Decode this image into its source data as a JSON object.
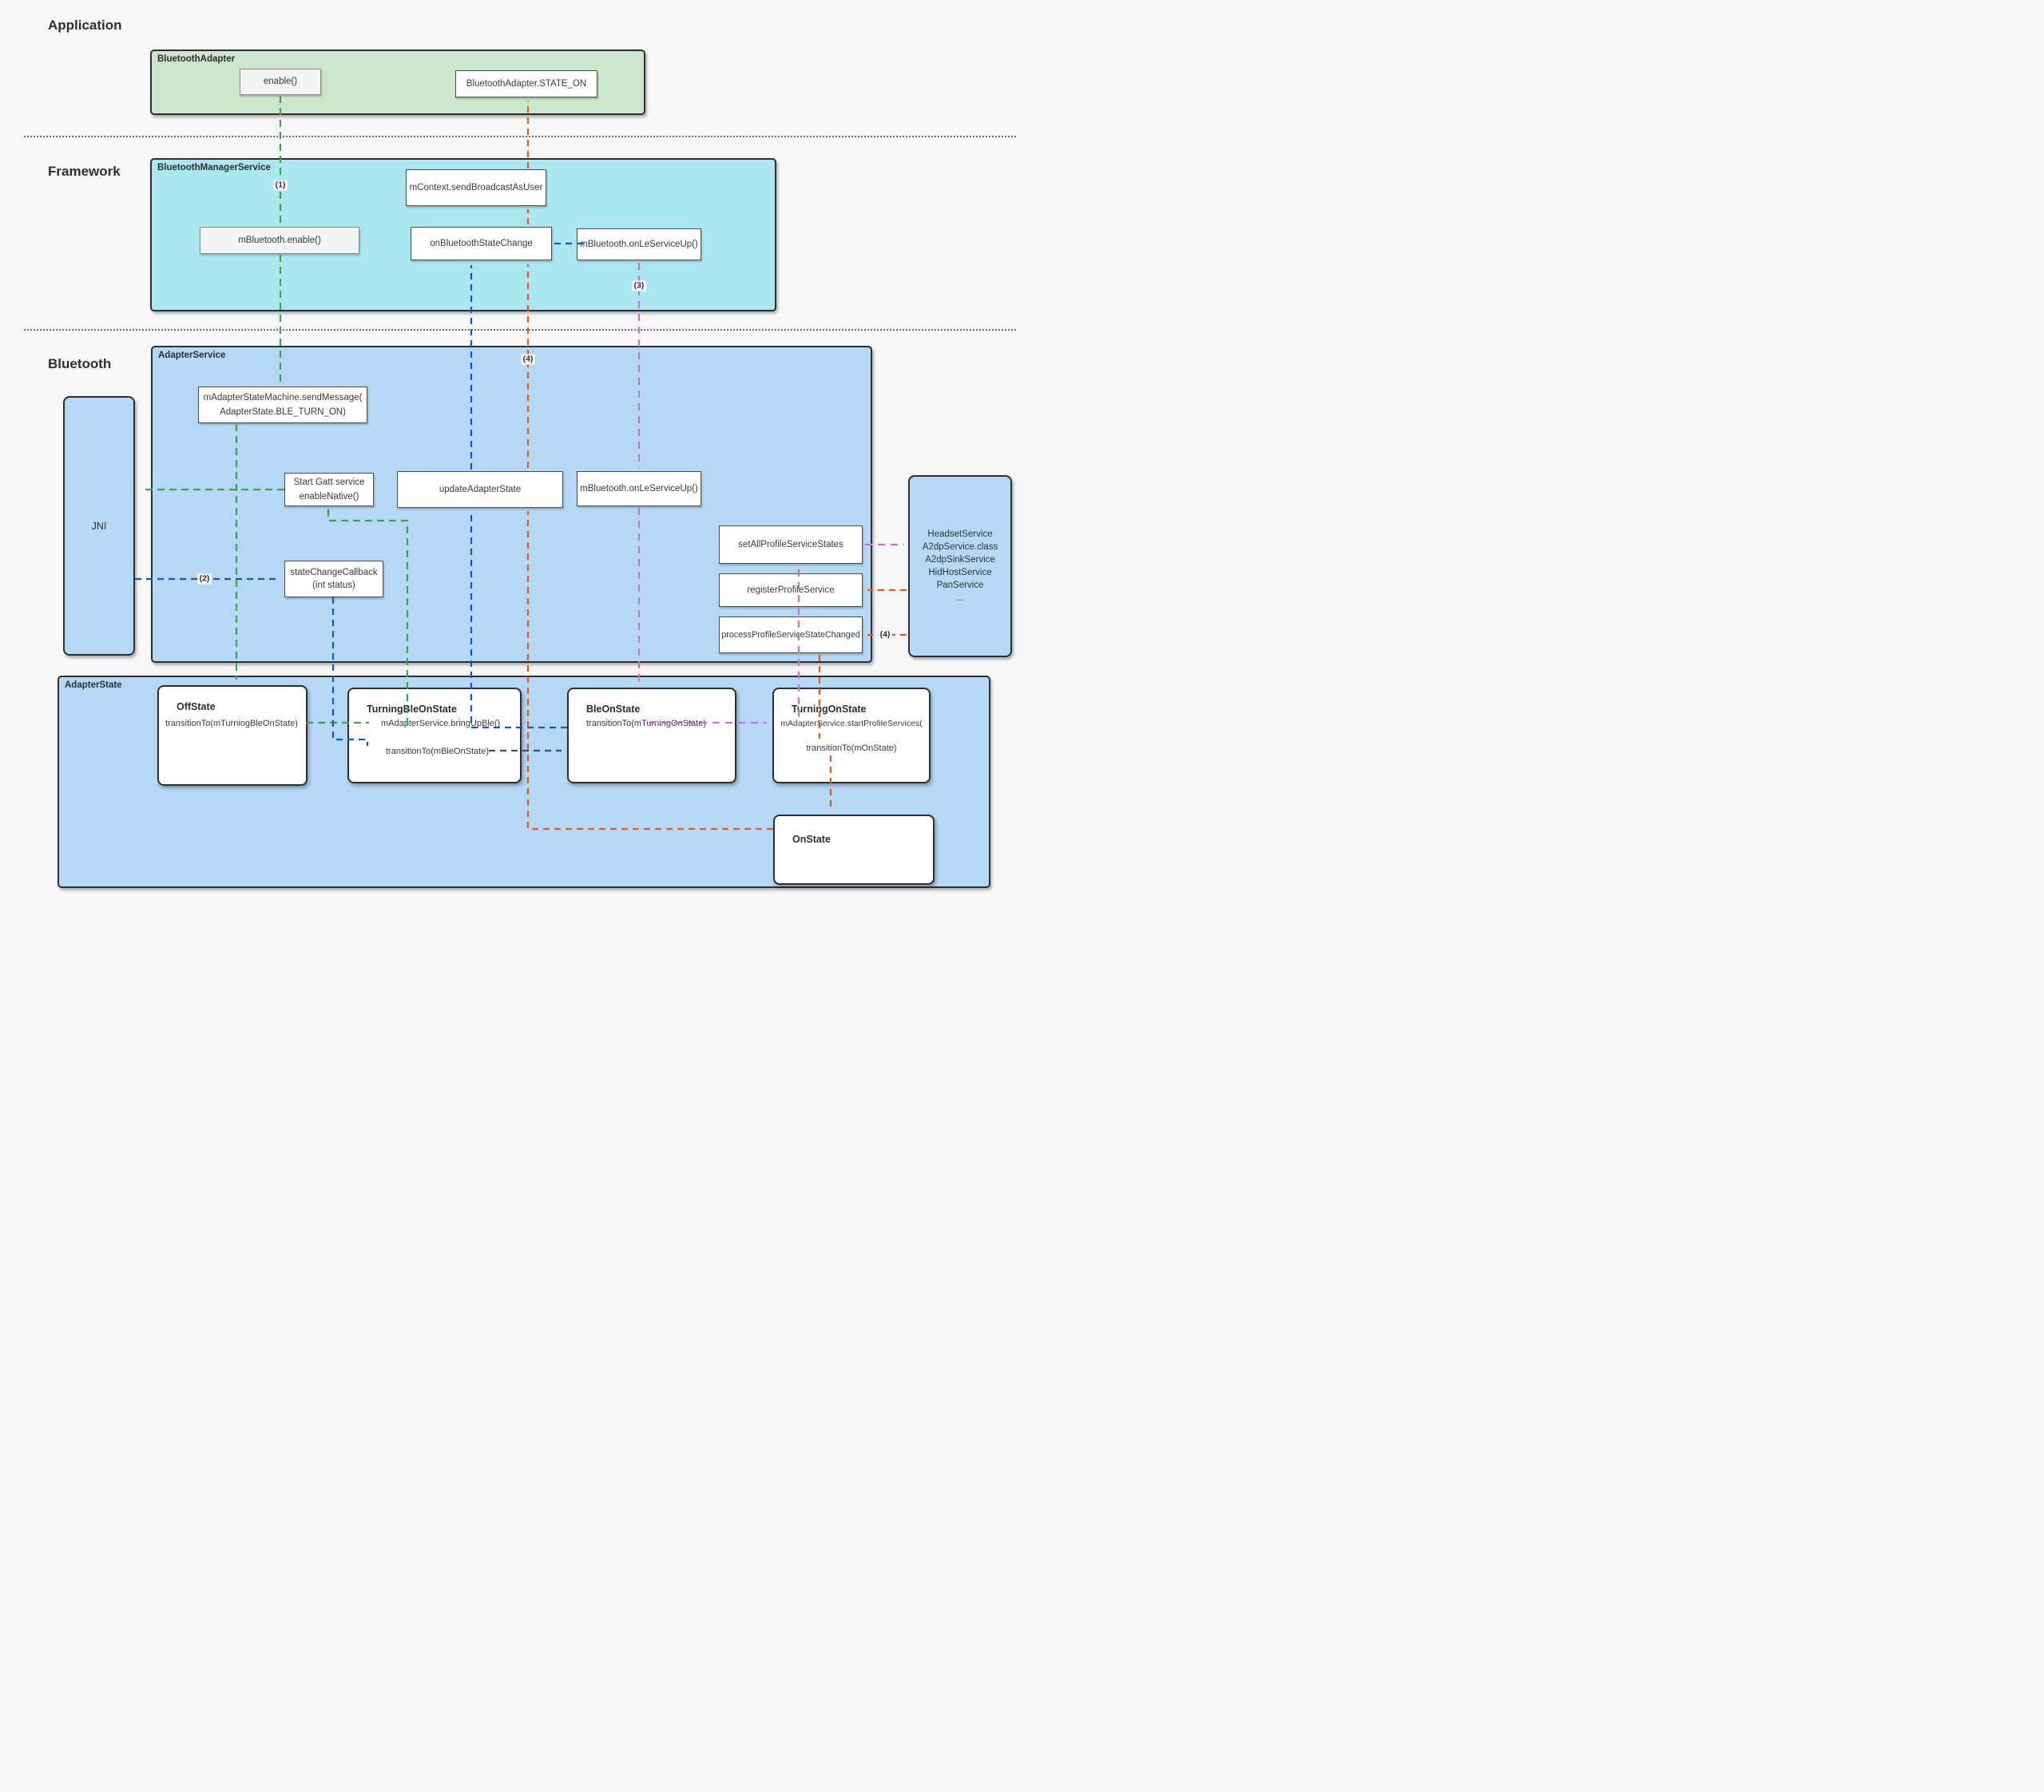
{
  "colors": {
    "green": "#3fa348",
    "blue": "#1a57b5",
    "orange": "#e65c0c",
    "purple": "#c96fd9",
    "application_fill": "#cbe6cb",
    "framework_fill": "#abe7f1",
    "bluetooth_fill": "#b4d8f6"
  },
  "section_labels": {
    "application": "Application",
    "framework": "Framework",
    "bluetooth": "Bluetooth"
  },
  "step_labels": {
    "one": "(1)",
    "two": "(2)",
    "three": "(3)",
    "four": "(4)"
  },
  "application": {
    "container_title": "BluetoothAdapter",
    "enable_box": "enable()",
    "state_on_box": "BluetoothAdapter.STATE_ON"
  },
  "framework": {
    "container_title": "BluetoothManagerService",
    "send_broadcast_box": "mContext.sendBroadcastAsUser",
    "enable_box": "mBluetooth.enable()",
    "state_change_box": "onBluetoothStateChange",
    "le_service_up_box": "mBluetooth.onLeServiceUp()"
  },
  "adapter_service": {
    "container_title": "AdapterService",
    "jni_box": "JNI",
    "send_message_box": {
      "line1": "mAdapterStateMachine.sendMessage(",
      "line2": "AdapterState.BLE_TURN_ON)"
    },
    "start_gatt_box": {
      "line1": "Start Gatt service",
      "line2": "enableNative()"
    },
    "update_adapter_state_box": "updateAdapterState",
    "le_service_up_box": "mBluetooth.onLeServiceUp()",
    "set_all_profile_box": "setAllProfileServiceStates",
    "register_profile_box": "registerProfileService",
    "process_profile_box": "processProfileServiceStateChanged",
    "state_change_callback_box": {
      "line1": "stateChangeCallback",
      "line2": "(int status)"
    }
  },
  "profile_services": {
    "line1": "HeadsetService",
    "line2": "A2dpService.class",
    "line3": "A2dpSinkService",
    "line4": "HidHostService",
    "line5": "PanService",
    "line6": "..."
  },
  "adapter_state": {
    "container_title": "AdapterState",
    "off_state": {
      "title": "OffState",
      "line1": "transitionTo(mTurningBleOnState)"
    },
    "turning_ble_on_state": {
      "title": "TurningBleOnState",
      "line1": "mAdapterService.bringUpBle()",
      "line2": "transitionTo(mBleOnState)"
    },
    "ble_on_state": {
      "title": "BleOnState",
      "line1": "transitionTo(mTurningOnState)"
    },
    "turning_on_state": {
      "title": "TurningOnState",
      "line1": "mAdapterService.startProfileServices(",
      "line2": "transitionTo(mOnState)"
    },
    "on_state": {
      "title": "OnState"
    }
  }
}
